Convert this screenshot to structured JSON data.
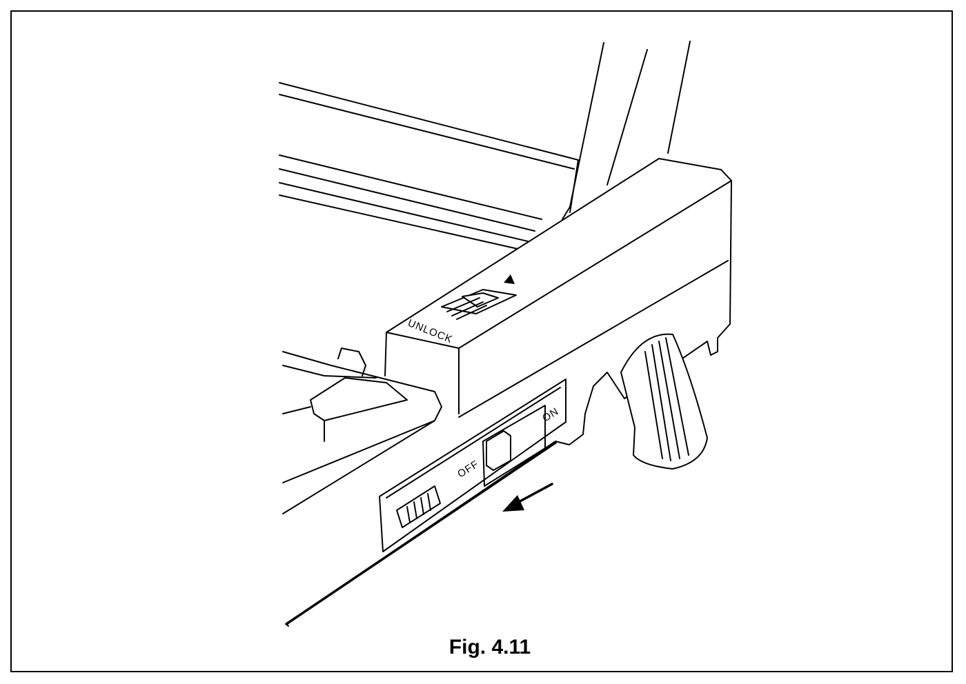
{
  "figure": {
    "caption": "Fig. 4.11",
    "labels": {
      "unlock": "UNLOCK",
      "off": "OFF",
      "on": "ON"
    },
    "icons": [
      "arrow-up-icon",
      "arrow-down-left-icon"
    ]
  }
}
